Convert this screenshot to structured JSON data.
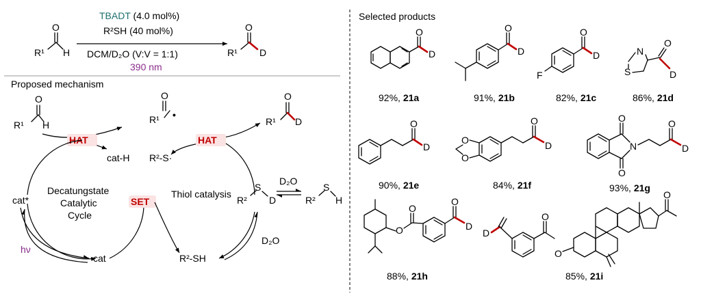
{
  "reaction": {
    "reactant": "R¹",
    "reactant_h": "H",
    "reactant_o": "O",
    "product": "R¹",
    "product_d": "D",
    "product_o": "O",
    "cond_catalyst": "TBADT",
    "cond_catalyst_amt": "(4.0 mol%)",
    "cond_thiol": "R²SH (40 mol%)",
    "cond_solvent": "DCM/D₂O (V:V = 1:1)",
    "cond_light": "390 nm"
  },
  "mechanism": {
    "title": "Proposed mechanism",
    "hat1": "HAT",
    "hat2": "HAT",
    "set": "SET",
    "cycle_label_1": "Decatungstate",
    "cycle_label_2": "Catalytic",
    "cycle_label_3": "Cycle",
    "thiol_catalysis": "Thiol catalysis",
    "cat_star": "cat*",
    "cat": "cat",
    "cat_h": "cat-H",
    "hv": "hν",
    "r2s_radical": "R²-S·",
    "r2sh": "R²-SH",
    "d2o_top": "D₂O",
    "d2o_bottom": "D₂O",
    "aldehyde_r": "R¹",
    "aldehyde_h": "H",
    "acyl_r": "R¹",
    "acyl_dot": "•",
    "product_r": "R¹",
    "product_d": "D",
    "thiol_d_r": "R²",
    "thiol_d_s": "S",
    "thiol_d_d": "D",
    "thiol_h_r": "R²",
    "thiol_h_s": "S",
    "thiol_h_h": "H",
    "o_label": "O"
  },
  "products": {
    "title": "Selected products",
    "items": [
      {
        "yield": "92%,",
        "code": "21a"
      },
      {
        "yield": "91%,",
        "code": "21b"
      },
      {
        "yield": "82%,",
        "code": "21c"
      },
      {
        "yield": "86%,",
        "code": "21d"
      },
      {
        "yield": "90%,",
        "code": "21e"
      },
      {
        "yield": "84%,",
        "code": "21f"
      },
      {
        "yield": "93%,",
        "code": "21g"
      },
      {
        "yield": "88%,",
        "code": "21h"
      },
      {
        "yield": "85%,",
        "code": "21i"
      }
    ],
    "atom_o": "O",
    "atom_d": "D",
    "atom_f": "F",
    "atom_n": "N",
    "atom_s": "S"
  },
  "colors": {
    "red": "#c00000",
    "teal": "#1f6e6e",
    "purple": "#8a2d8a"
  }
}
